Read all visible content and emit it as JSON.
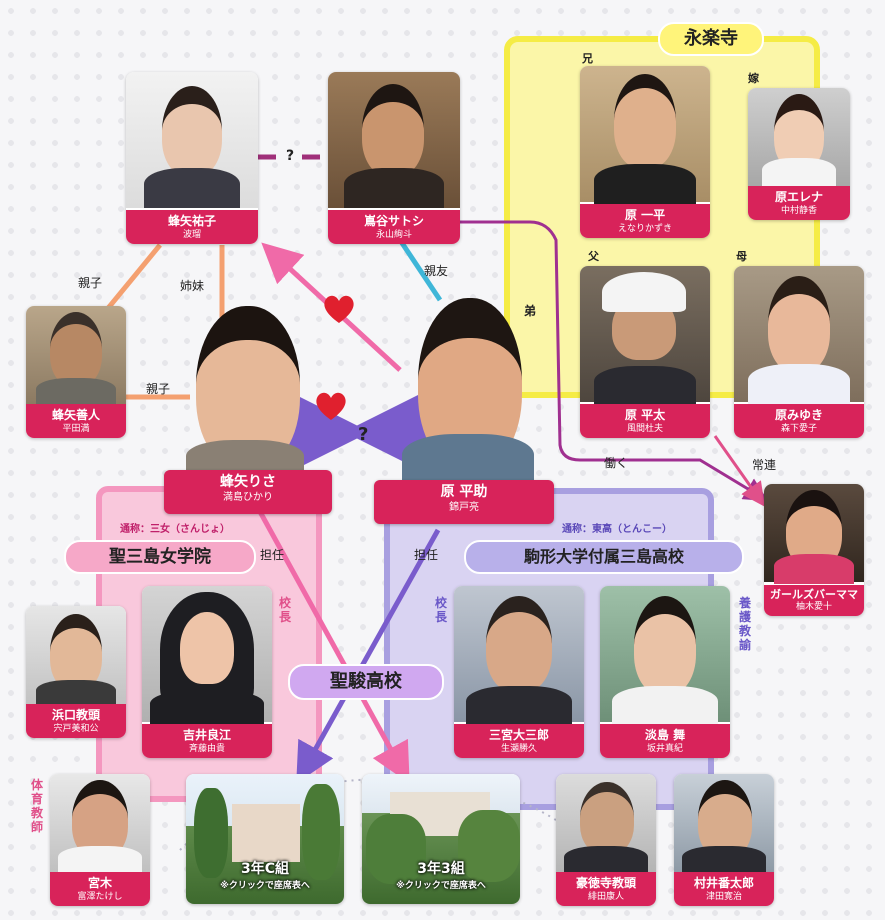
{
  "groups": {
    "eirakuji": "永楽寺",
    "seisanto": "聖三島女学院",
    "komagata": "駒形大学付属三島高校",
    "seishun": "聖駿高校",
    "seisanto_nick": "通称：三女（さんじょ）",
    "komagata_nick": "通称：東高（とんこー）"
  },
  "relations": {
    "question_top": "?",
    "question_center": "?",
    "shinyu": "親友",
    "oyako_left": "親子",
    "shimai": "姉妹",
    "oyako_bottom": "親子",
    "ototo": "弟",
    "hataraku": "働く",
    "joren": "常連",
    "tannin_left": "担任",
    "tannin_right": "担任",
    "ani": "兄",
    "yome": "嫁",
    "chichi": "父",
    "haha": "母",
    "kocho_left": "校長",
    "kocho_right": "校長",
    "yogo": "養護教諭",
    "taiiku": "体育教師"
  },
  "people": {
    "yuko": {
      "name": "蜂矢祐子",
      "actor": "波瑠"
    },
    "satoshi": {
      "name": "嶌谷サトシ",
      "actor": "永山絢斗"
    },
    "ippei": {
      "name": "原 一平",
      "actor": "えなりかずき"
    },
    "erena": {
      "name": "原エレナ",
      "actor": "中村静香"
    },
    "yoshito": {
      "name": "蜂矢善人",
      "actor": "平田満"
    },
    "heita": {
      "name": "原 平太",
      "actor": "風間杜夫"
    },
    "miyuki": {
      "name": "原みゆき",
      "actor": "森下愛子"
    },
    "risa": {
      "name": "蜂矢りさ",
      "actor": "満島ひかり"
    },
    "heisuke": {
      "name": "原 平助",
      "actor": "錦戸亮"
    },
    "girlsbar": {
      "name": "ガールズバーママ",
      "actor": "柚木愛十"
    },
    "hamaguchi": {
      "name": "浜口教頭",
      "actor": "宍戸美和公"
    },
    "yoshii": {
      "name": "吉井良江",
      "actor": "斉藤由貴"
    },
    "sannomiya": {
      "name": "三宮大三郎",
      "actor": "生瀬勝久"
    },
    "awashima": {
      "name": "淡島 舞",
      "actor": "坂井真紀"
    },
    "miyaki": {
      "name": "宮木",
      "actor": "富澤たけし"
    },
    "hotokuji": {
      "name": "豪徳寺教頭",
      "actor": "緋田康人"
    },
    "murai": {
      "name": "村井番太郎",
      "actor": "津田寛治"
    }
  },
  "classes": {
    "c3": {
      "name": "3年C組",
      "note": "※クリックで座席表へ"
    },
    "c33": {
      "name": "3年3組",
      "note": "※クリックで座席表へ"
    }
  },
  "colors": {
    "plate": "#d8235a",
    "yellow": "#f5ec45",
    "pink": "#f497bf",
    "purple": "#a89fe0",
    "heart": "#e0202e"
  }
}
